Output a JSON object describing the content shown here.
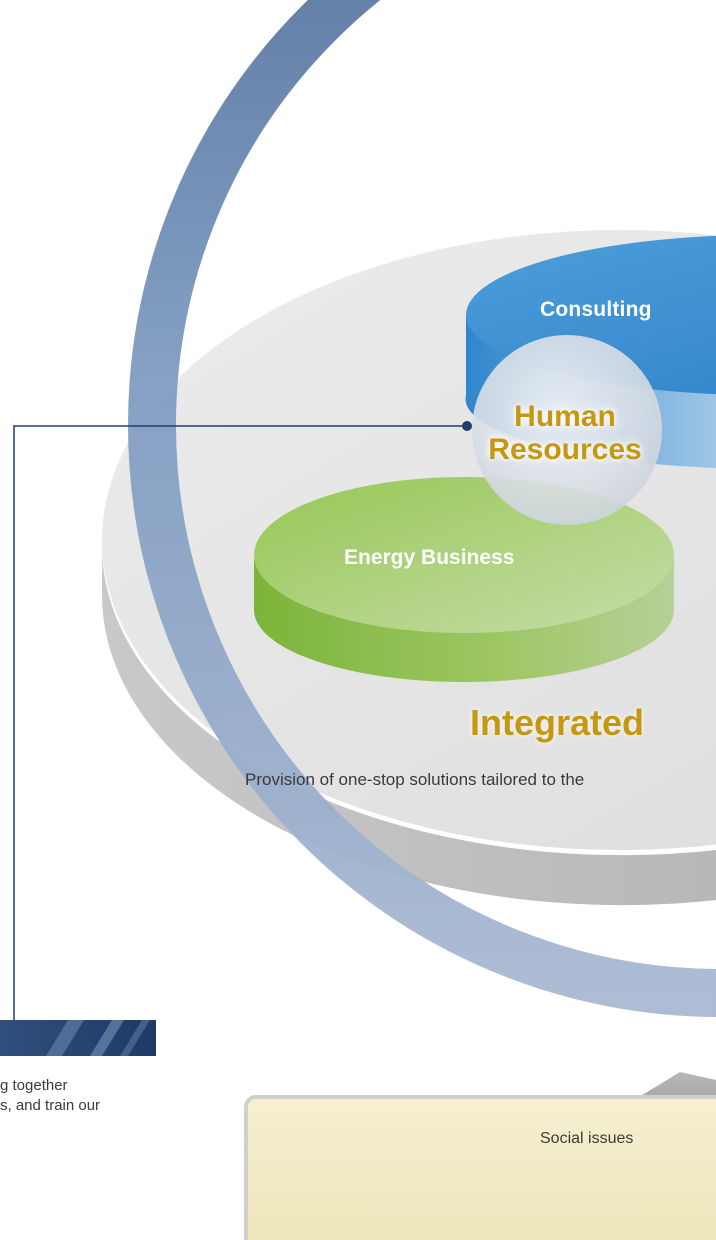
{
  "diagram": {
    "ring_title": "Consulting &",
    "segments": {
      "consulting": "Consulting",
      "human_resources": "Human\nResources",
      "energy_business": "Energy Business"
    },
    "headline": "Integrated",
    "description": "Provision of one-stop solutions tailored to the",
    "social_box": "Social issues",
    "left_callout_text": "g together\ns, and train our"
  },
  "colors": {
    "ring": "#5f7ea4",
    "consulting_disc": "#3b8ed0",
    "energy_disc": "#8cc04a",
    "platter": "#e3e3e3",
    "accent_gold": "#c5980f",
    "connector": "#1f3f6c",
    "social_box": "#f3ecc8"
  }
}
